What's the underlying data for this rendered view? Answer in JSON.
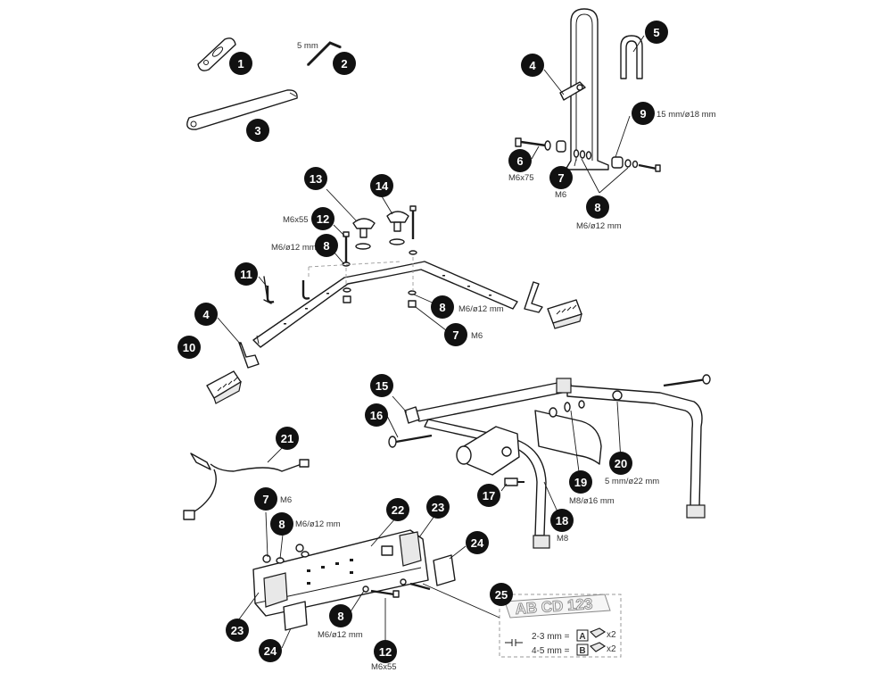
{
  "callouts": [
    {
      "id": "c1",
      "num": "1"
    },
    {
      "id": "c2",
      "num": "2"
    },
    {
      "id": "c3",
      "num": "3"
    },
    {
      "id": "c4a",
      "num": "4"
    },
    {
      "id": "c5",
      "num": "5"
    },
    {
      "id": "c6",
      "num": "6"
    },
    {
      "id": "c7a",
      "num": "7"
    },
    {
      "id": "c8a",
      "num": "8"
    },
    {
      "id": "c9",
      "num": "9"
    },
    {
      "id": "c13",
      "num": "13"
    },
    {
      "id": "c14",
      "num": "14"
    },
    {
      "id": "c12a",
      "num": "12"
    },
    {
      "id": "c8b",
      "num": "8"
    },
    {
      "id": "c11",
      "num": "11"
    },
    {
      "id": "c4b",
      "num": "4"
    },
    {
      "id": "c8c",
      "num": "8"
    },
    {
      "id": "c7b",
      "num": "7"
    },
    {
      "id": "c10",
      "num": "10"
    },
    {
      "id": "c15",
      "num": "15"
    },
    {
      "id": "c16",
      "num": "16"
    },
    {
      "id": "c21",
      "num": "21"
    },
    {
      "id": "c20",
      "num": "20"
    },
    {
      "id": "c19",
      "num": "19"
    },
    {
      "id": "c17",
      "num": "17"
    },
    {
      "id": "c18",
      "num": "18"
    },
    {
      "id": "c7c",
      "num": "7"
    },
    {
      "id": "c8d",
      "num": "8"
    },
    {
      "id": "c22",
      "num": "22"
    },
    {
      "id": "c23a",
      "num": "23"
    },
    {
      "id": "c24a",
      "num": "24"
    },
    {
      "id": "c25",
      "num": "25"
    },
    {
      "id": "c23b",
      "num": "23"
    },
    {
      "id": "c24b",
      "num": "24"
    },
    {
      "id": "c8e",
      "num": "8"
    },
    {
      "id": "c12b",
      "num": "12"
    }
  ],
  "specs": {
    "hex_key": "5 mm",
    "part9": "15 mm/ø18 mm",
    "part6": "M6x75",
    "part7_top": "M6",
    "part8_top": "M6/ø12 mm",
    "part12_mid": "M6x55",
    "part8_mid": "M6/ø12 mm",
    "part8_right": "M6/ø12 mm",
    "part7_right": "M6",
    "part20": "5 mm/ø22 mm",
    "part19": "M8/ø16 mm",
    "part18": "M8",
    "part7_bottom": "M6",
    "part8_bottom": "M6/ø12 mm",
    "part8_low": "M6/ø12 mm",
    "part12_low": "M6x55"
  },
  "plate_box": {
    "plate_text": "AB CD 123",
    "row1_label": "2-3 mm =",
    "row1_letter": "A",
    "row1_qty": "x2",
    "row2_label": "4-5 mm =",
    "row2_letter": "B",
    "row2_qty": "x2"
  }
}
